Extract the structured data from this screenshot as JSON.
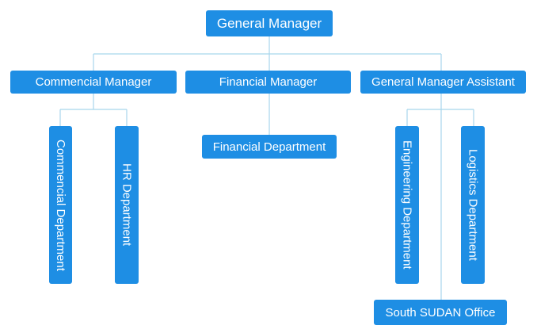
{
  "colors": {
    "node_fill": "#1e8ee4",
    "node_text": "#ffffff",
    "connector": "#a8d6ec",
    "background": "#ffffff"
  },
  "org": {
    "root": "General Manager",
    "level1": {
      "commercial_manager": "Commencial Manager",
      "financial_manager": "Financial Manager",
      "gm_assistant": "General Manager Assistant"
    },
    "level2": {
      "commercial_department": "Commencial Department",
      "hr_department": "HR Department",
      "financial_department": "Financial Department",
      "engineering_department": "Engineering Department",
      "logistics_department": "Logistics Department",
      "south_sudan_office": "South SUDAN Office"
    }
  }
}
